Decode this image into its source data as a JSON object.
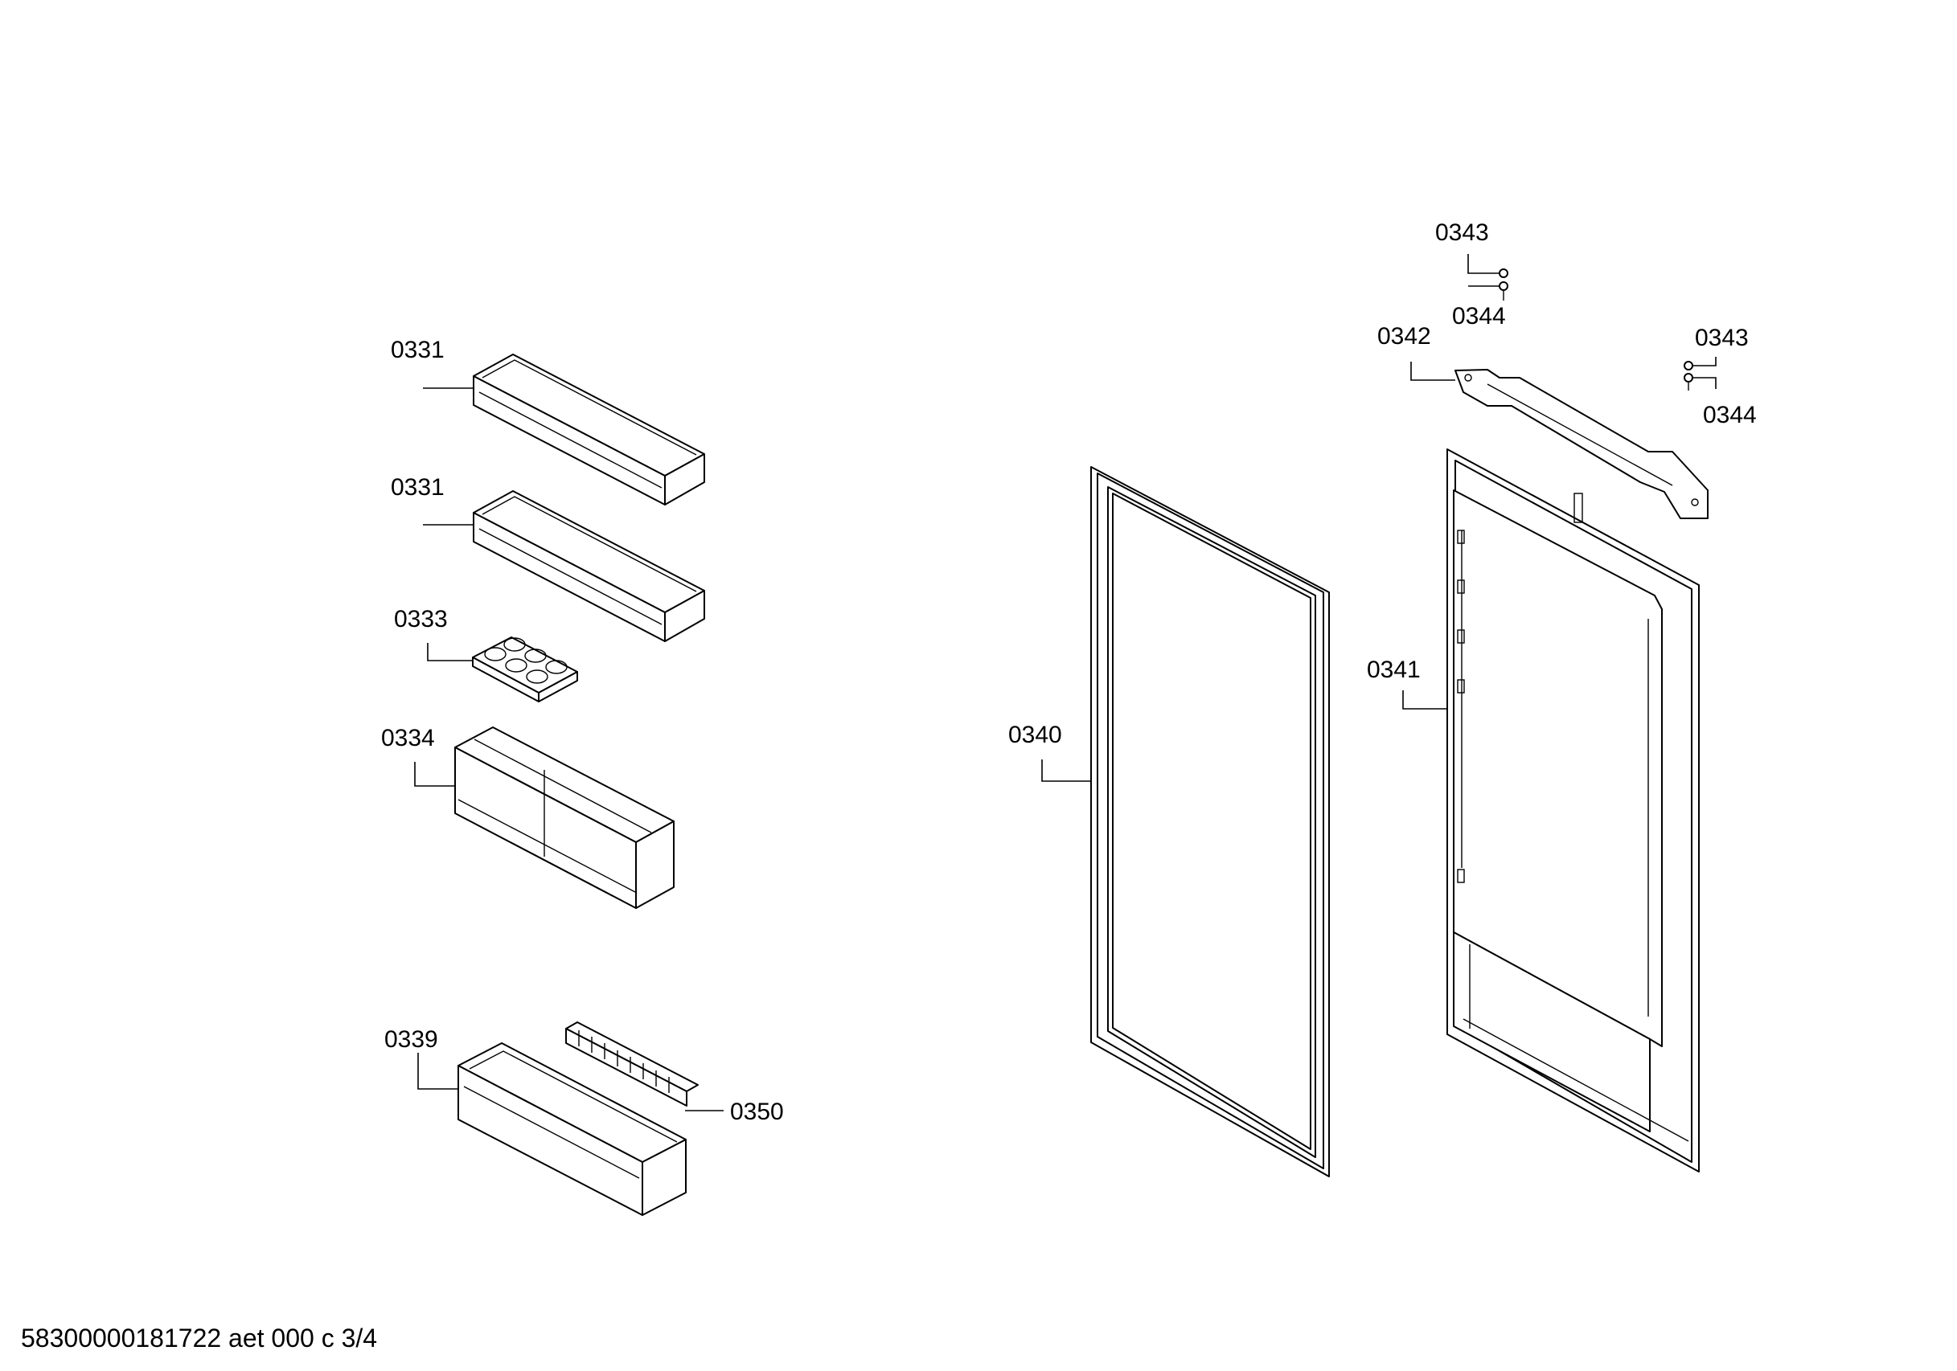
{
  "callouts": {
    "c0331a": "0331",
    "c0331b": "0331",
    "c0333": "0333",
    "c0334": "0334",
    "c0339": "0339",
    "c0350": "0350",
    "c0340": "0340",
    "c0341": "0341",
    "c0342": "0342",
    "c0343a": "0343",
    "c0344a": "0344",
    "c0343b": "0343",
    "c0344b": "0344"
  },
  "footer": {
    "document_id": "58300000181722 aet 000 c 3/4"
  },
  "colors": {
    "line": "#000000",
    "background": "#ffffff"
  }
}
